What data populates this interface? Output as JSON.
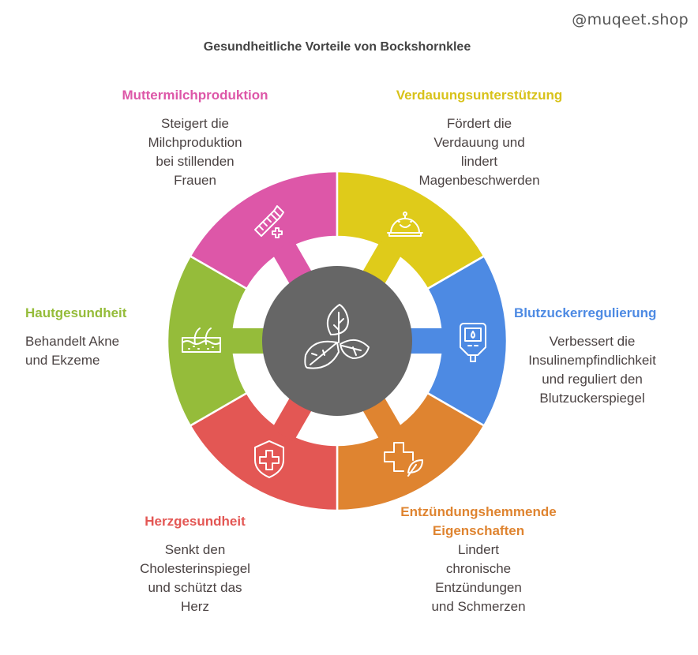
{
  "title": "Gesundheitliche Vorteile von Bockshornklee",
  "watermark": "@muqeet.shop",
  "center": {
    "icon": "fenugreek-leaves-icon",
    "color": "#666666"
  },
  "items": [
    {
      "key": "pink",
      "title": "Muttermilchproduktion",
      "lines": [
        "Steigert die",
        "Milchproduktion",
        "bei stillenden",
        "Frauen"
      ],
      "color": "#DD57A8",
      "icon": "baby-bottle-plus-icon"
    },
    {
      "key": "yellow",
      "title": "Verdauungsunterstützung",
      "lines": [
        "Fördert die",
        "Verdauung und",
        "lindert",
        "Magenbeschwerden"
      ],
      "color": "#DFCB1A",
      "icon": "smiling-cloche-icon"
    },
    {
      "key": "blue",
      "title": "Blutzuckerregulierung",
      "lines": [
        "Verbessert die",
        "Insulinempfindlichkeit",
        "und reguliert den",
        "Blutzuckerspiegel"
      ],
      "color": "#4D8AE3",
      "icon": "glucose-meter-icon"
    },
    {
      "key": "orange",
      "title": "Entzündungshemmende",
      "title2": "Eigenschaften",
      "lines": [
        "Lindert",
        "chronische",
        "Entzündungen",
        "und Schmerzen"
      ],
      "color": "#DF8430",
      "icon": "medical-cross-leaf-icon"
    },
    {
      "key": "red",
      "title": "Herzgesundheit",
      "lines": [
        "Senkt den",
        "Cholesterinspiegel",
        "und schützt das",
        "Herz"
      ],
      "color": "#E35754",
      "icon": "shield-cross-icon"
    },
    {
      "key": "green",
      "title": "Hautgesundheit",
      "lines": [
        "Behandelt Akne",
        "und Ekzeme"
      ],
      "color": "#95BC3A",
      "icon": "skin-hair-icon"
    }
  ]
}
